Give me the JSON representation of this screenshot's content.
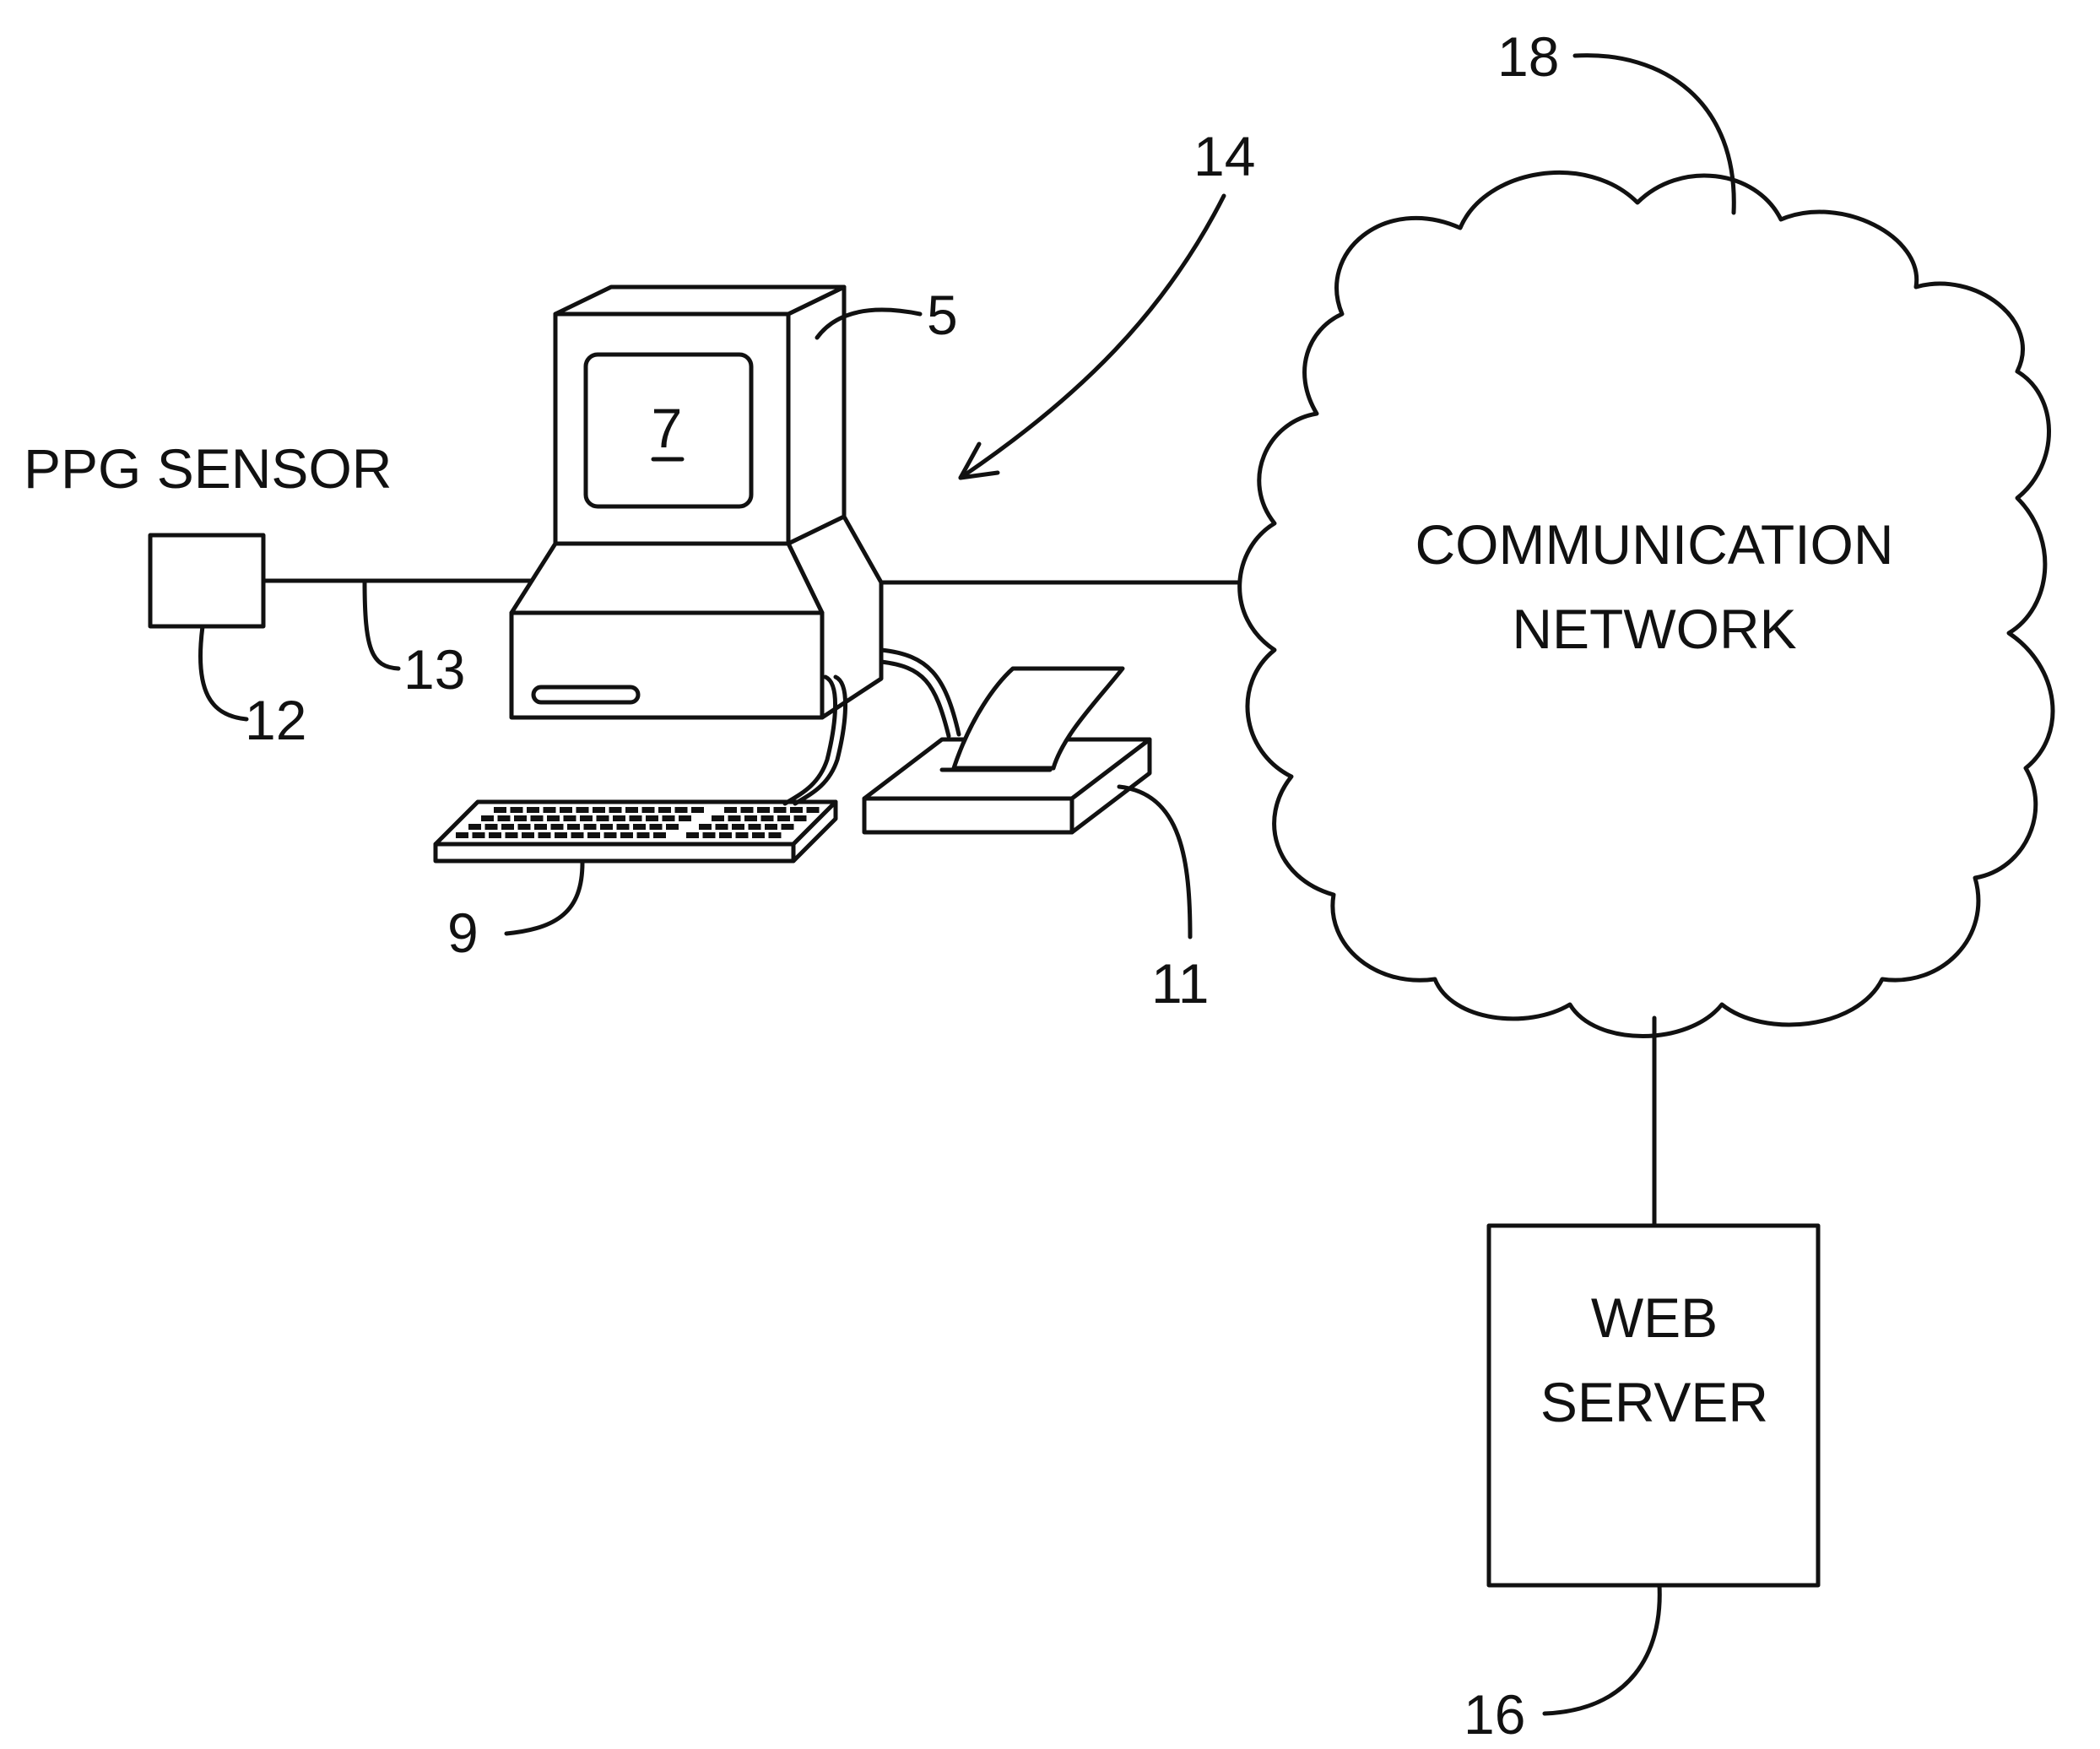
{
  "labels": {
    "ppg_sensor": "PPG SENSOR",
    "network_line1": "COMMUNICATION",
    "network_line2": "NETWORK",
    "server_line1": "WEB",
    "server_line2": "SERVER"
  },
  "refs": {
    "computer": "5",
    "display": "7",
    "keyboard": "9",
    "printer": "11",
    "sensor": "12",
    "cable": "13",
    "system": "14",
    "server": "16",
    "network": "18"
  }
}
